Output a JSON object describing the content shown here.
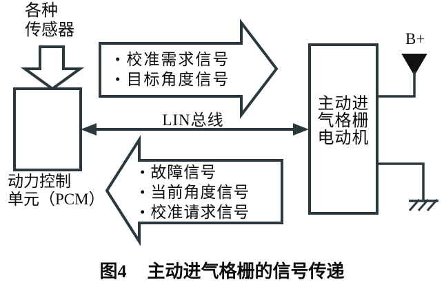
{
  "diagram": {
    "sensors": {
      "line1": "各种",
      "line2": "传感器"
    },
    "pcm": {
      "line1": "动力控制",
      "line2": "单元（PCM）"
    },
    "motor": {
      "line1": "主动进",
      "line2": "气格栅",
      "line3": "电动机"
    },
    "bus": {
      "label": "LIN总线"
    },
    "forward": {
      "bullet": "•",
      "item1": "校准需求信号",
      "item2": "目标角度信号"
    },
    "backward": {
      "bullet": "•",
      "item1": "故障信号",
      "item2": "当前角度信号",
      "item3": "校准请求信号"
    },
    "power": {
      "label": "B+"
    },
    "caption": {
      "prefix": "图4",
      "title": "主动进气格栅的信号传递"
    }
  },
  "colors": {
    "line": "#2b383d",
    "text": "#0d0d0d",
    "background": "#ffffff"
  }
}
